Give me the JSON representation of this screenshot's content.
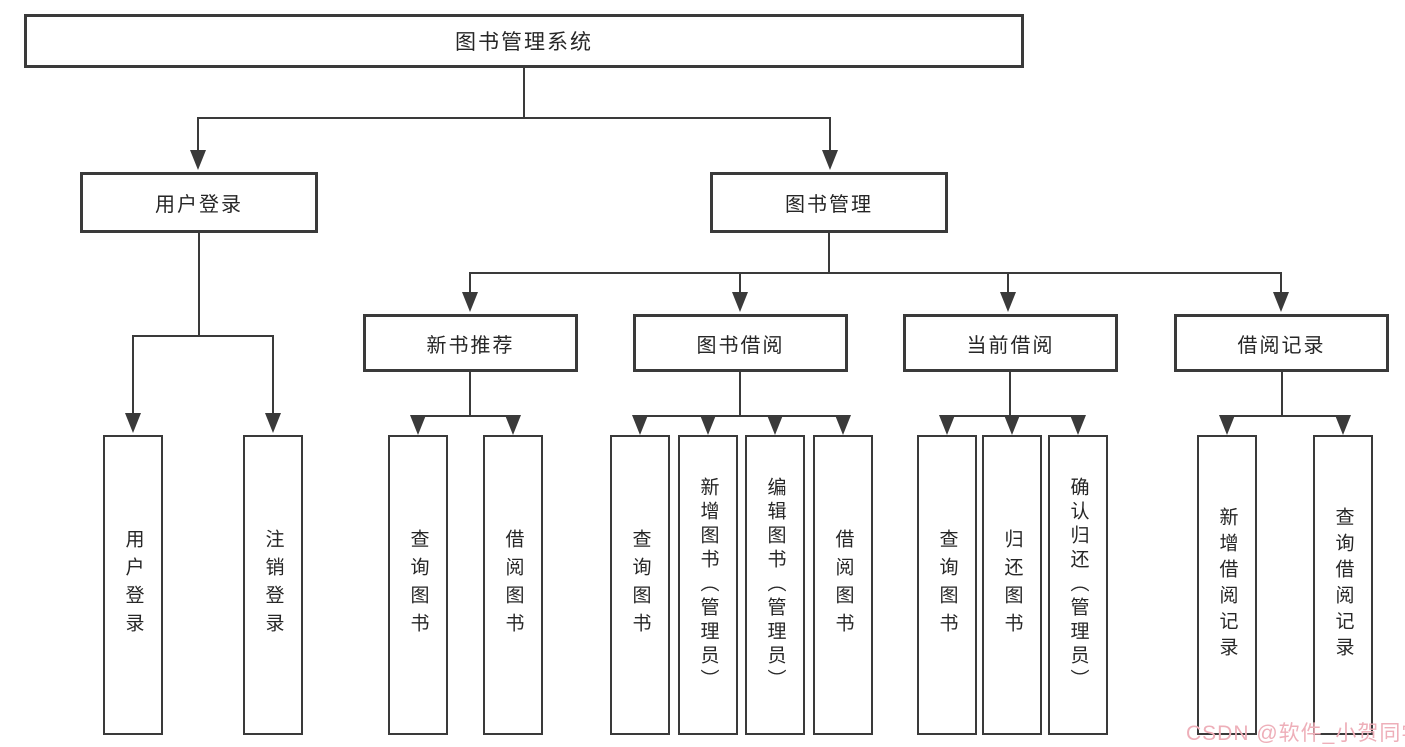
{
  "diagram": {
    "root": {
      "label": "图书管理系统"
    },
    "level2": {
      "user_login": {
        "label": "用户登录"
      },
      "book_mgmt": {
        "label": "图书管理"
      }
    },
    "level3": {
      "new_book_recommend": {
        "label": "新书推荐"
      },
      "book_borrow": {
        "label": "图书借阅"
      },
      "current_borrow": {
        "label": "当前借阅"
      },
      "borrow_records": {
        "label": "借阅记录"
      }
    },
    "leaves": {
      "user_login": {
        "label": "用户登录"
      },
      "logout": {
        "label": "注销登录"
      },
      "rec_query_books": {
        "label": "查询图书"
      },
      "rec_borrow_books": {
        "label": "借阅图书"
      },
      "bb_query_books": {
        "label": "查询图书"
      },
      "bb_add_books": {
        "label": "新增图书（管理员）"
      },
      "bb_edit_books": {
        "label": "编辑图书（管理员）"
      },
      "bb_borrow_books": {
        "label": "借阅图书"
      },
      "cb_query_books": {
        "label": "查询图书"
      },
      "cb_return_books": {
        "label": "归还图书"
      },
      "cb_confirm_return": {
        "label": "确认归还（管理员）"
      },
      "br_add_record": {
        "label": "新增借阅记录"
      },
      "br_query_record": {
        "label": "查询借阅记录"
      }
    },
    "watermark": {
      "text": "CSDN @软件_小贺同学",
      "color": "#eeafb9"
    },
    "colors": {
      "line": "#3a3a3a",
      "text": "#262626",
      "background": "#ffffff"
    }
  }
}
